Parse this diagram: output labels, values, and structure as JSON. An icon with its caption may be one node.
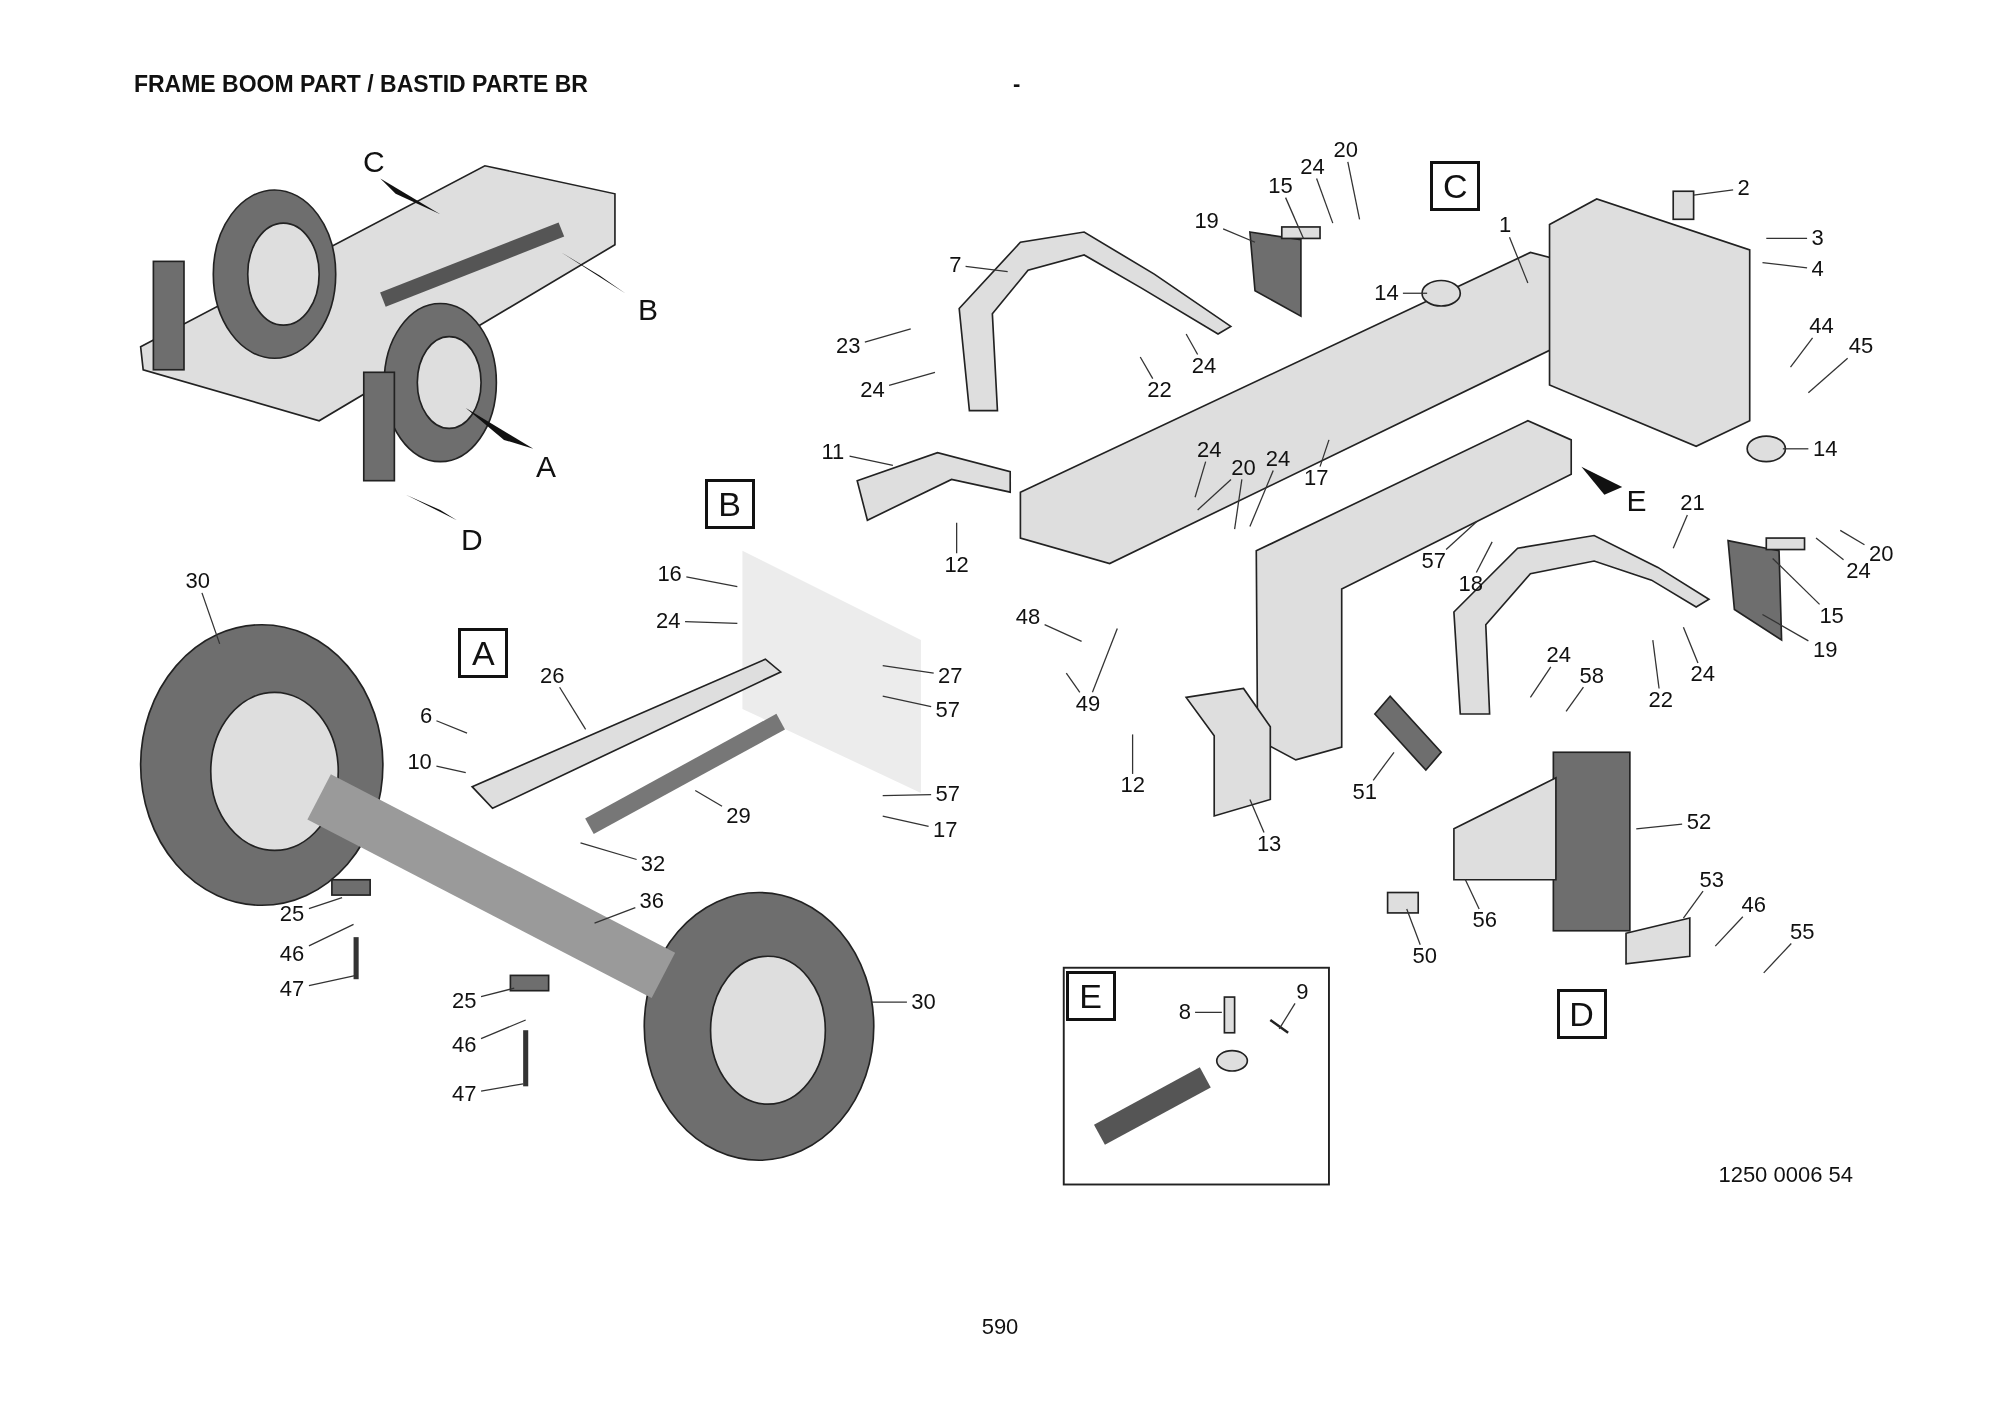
{
  "diagram": {
    "title": "FRAME BOOM PART / BASTID PARTE BR",
    "nodes": [
      {
        "text": [
          "20"
        ]
      },
      {
        "text": [
          "24"
        ]
      },
      {
        "text": [
          "15"
        ]
      },
      {
        "text": [
          "19"
        ]
      },
      {
        "text": [
          "7"
        ]
      },
      {
        "text": [
          "1"
        ]
      },
      {
        "text": [
          "14"
        ]
      },
      {
        "text": [
          "2"
        ]
      },
      {
        "text": [
          "3"
        ]
      },
      {
        "text": [
          "4"
        ]
      },
      {
        "text": [
          "44"
        ]
      },
      {
        "text": [
          "45"
        ]
      },
      {
        "text": [
          "23"
        ]
      },
      {
        "text": [
          "24"
        ]
      },
      {
        "text": [
          "22"
        ]
      },
      {
        "text": [
          "24"
        ]
      },
      {
        "text": [
          "11"
        ]
      },
      {
        "text": [
          "14"
        ]
      },
      {
        "text": [
          "24"
        ]
      },
      {
        "text": [
          "20"
        ]
      },
      {
        "text": [
          "24"
        ]
      },
      {
        "text": [
          "17"
        ]
      },
      {
        "text": [
          "12"
        ]
      },
      {
        "text": [
          "21"
        ]
      },
      {
        "text": [
          "57"
        ]
      },
      {
        "text": [
          "18"
        ]
      },
      {
        "text": [
          "20"
        ]
      },
      {
        "text": [
          "24"
        ]
      },
      {
        "text": [
          "15"
        ]
      },
      {
        "text": [
          "19"
        ]
      },
      {
        "text": [
          "48"
        ]
      },
      {
        "text": [
          "49"
        ]
      },
      {
        "text": [
          "24"
        ]
      },
      {
        "text": [
          "58"
        ]
      },
      {
        "text": [
          "22"
        ]
      },
      {
        "text": [
          "24"
        ]
      },
      {
        "text": [
          "12"
        ]
      },
      {
        "text": [
          "51"
        ]
      },
      {
        "text": [
          "13"
        ]
      },
      {
        "text": [
          "52"
        ]
      },
      {
        "text": [
          "53"
        ]
      },
      {
        "text": [
          "46"
        ]
      },
      {
        "text": [
          "55"
        ]
      },
      {
        "text": [
          "56"
        ]
      },
      {
        "text": [
          "50"
        ]
      },
      {
        "text": [
          "8"
        ]
      },
      {
        "text": [
          "9"
        ]
      },
      {
        "text": [
          "30"
        ]
      },
      {
        "text": [
          "16"
        ]
      },
      {
        "text": [
          "24"
        ]
      },
      {
        "text": [
          "26"
        ]
      },
      {
        "text": [
          "27"
        ]
      },
      {
        "text": [
          "57"
        ]
      },
      {
        "text": [
          "6"
        ]
      },
      {
        "text": [
          "10"
        ]
      },
      {
        "text": [
          "29"
        ]
      },
      {
        "text": [
          "57"
        ]
      },
      {
        "text": [
          "17"
        ]
      },
      {
        "text": [
          "32"
        ]
      },
      {
        "text": [
          "25"
        ]
      },
      {
        "text": [
          "36"
        ]
      },
      {
        "text": [
          "46"
        ]
      },
      {
        "text": [
          "47"
        ]
      },
      {
        "text": [
          "25"
        ]
      },
      {
        "text": [
          "30"
        ]
      },
      {
        "text": [
          "46"
        ]
      },
      {
        "text": [
          "47"
        ]
      }
    ],
    "edges": [
      {
        "from": 0,
        "to": null,
        "arrow": "none"
      },
      {
        "from": 1,
        "to": null,
        "arrow": "none"
      },
      {
        "from": 2,
        "to": null,
        "arrow": "none"
      },
      {
        "from": 3,
        "to": null,
        "arrow": "none"
      },
      {
        "from": 4,
        "to": null,
        "arrow": "none"
      },
      {
        "from": 5,
        "to": null,
        "arrow": "none"
      },
      {
        "from": 6,
        "to": null,
        "arrow": "none"
      },
      {
        "from": 7,
        "to": null,
        "arrow": "none"
      },
      {
        "from": 8,
        "to": null,
        "arrow": "none"
      },
      {
        "from": 9,
        "to": null,
        "arrow": "none"
      },
      {
        "from": 10,
        "to": null,
        "arrow": "none"
      },
      {
        "from": 11,
        "to": null,
        "arrow": "none"
      },
      {
        "from": 12,
        "to": null,
        "arrow": "none"
      },
      {
        "from": 13,
        "to": null,
        "arrow": "none"
      },
      {
        "from": 14,
        "to": null,
        "arrow": "none"
      },
      {
        "from": 15,
        "to": null,
        "arrow": "none"
      },
      {
        "from": 16,
        "to": null,
        "arrow": "none"
      },
      {
        "from": 17,
        "to": null,
        "arrow": "none"
      },
      {
        "from": 18,
        "to": null,
        "arrow": "none"
      },
      {
        "from": 19,
        "to": null,
        "arrow": "none"
      },
      {
        "from": 19,
        "to": null,
        "arrow": "none"
      },
      {
        "from": 20,
        "to": null,
        "arrow": "none"
      },
      {
        "from": 21,
        "to": null,
        "arrow": "none"
      },
      {
        "from": 22,
        "to": null,
        "arrow": "none"
      },
      {
        "from": 23,
        "to": null,
        "arrow": "none"
      },
      {
        "from": 24,
        "to": null,
        "arrow": "none"
      },
      {
        "from": 25,
        "to": null,
        "arrow": "none"
      },
      {
        "from": 26,
        "to": null,
        "arrow": "none"
      },
      {
        "from": 27,
        "to": null,
        "arrow": "none"
      },
      {
        "from": 28,
        "to": null,
        "arrow": "none"
      },
      {
        "from": 29,
        "to": null,
        "arrow": "none"
      },
      {
        "from": 30,
        "to": null,
        "arrow": "none"
      },
      {
        "from": 31,
        "to": null,
        "arrow": "none"
      },
      {
        "from": 31,
        "to": null,
        "arrow": "none"
      },
      {
        "from": 32,
        "to": null,
        "arrow": "none"
      },
      {
        "from": 33,
        "to": null,
        "arrow": "none"
      },
      {
        "from": 34,
        "to": null,
        "arrow": "none"
      },
      {
        "from": 35,
        "to": null,
        "arrow": "none"
      },
      {
        "from": 36,
        "to": null,
        "arrow": "none"
      },
      {
        "from": 37,
        "to": null,
        "arrow": "none"
      },
      {
        "from": 38,
        "to": null,
        "arrow": "none"
      },
      {
        "from": 39,
        "to": null,
        "arrow": "none"
      },
      {
        "from": 40,
        "to": null,
        "arrow": "none"
      },
      {
        "from": 41,
        "to": null,
        "arrow": "none"
      },
      {
        "from": 42,
        "to": null,
        "arrow": "none"
      },
      {
        "from": 43,
        "to": null,
        "arrow": "none"
      },
      {
        "from": 44,
        "to": null,
        "arrow": "none"
      },
      {
        "from": 45,
        "to": null,
        "arrow": "none"
      },
      {
        "from": 46,
        "to": null,
        "arrow": "none"
      },
      {
        "from": 47,
        "to": null,
        "arrow": "none"
      },
      {
        "from": 48,
        "to": null,
        "arrow": "none"
      },
      {
        "from": 49,
        "to": null,
        "arrow": "none"
      },
      {
        "from": 50,
        "to": null,
        "arrow": "none"
      },
      {
        "from": 51,
        "to": null,
        "arrow": "none"
      },
      {
        "from": 52,
        "to": null,
        "arrow": "none"
      },
      {
        "from": 53,
        "to": null,
        "arrow": "none"
      },
      {
        "from": 54,
        "to": null,
        "arrow": "none"
      },
      {
        "from": 55,
        "to": null,
        "arrow": "none"
      },
      {
        "from": 56,
        "to": null,
        "arrow": "none"
      },
      {
        "from": 57,
        "to": null,
        "arrow": "none"
      },
      {
        "from": 58,
        "to": null,
        "arrow": "none"
      },
      {
        "from": 59,
        "to": null,
        "arrow": "none"
      },
      {
        "from": 60,
        "to": null,
        "arrow": "none"
      },
      {
        "from": 61,
        "to": null,
        "arrow": "none"
      },
      {
        "from": 62,
        "to": null,
        "arrow": "none"
      },
      {
        "from": 63,
        "to": null,
        "arrow": "none"
      },
      {
        "from": 64,
        "to": null,
        "arrow": "none"
      },
      {
        "from": 65,
        "to": null,
        "arrow": "none"
      },
      {
        "from": 66,
        "to": null,
        "arrow": "none"
      }
    ],
    "labels": [
      "-",
      "C",
      "C",
      "B",
      "A",
      "E",
      "B",
      "D",
      "A",
      "E",
      "D",
      "1250 0006 54",
      "590"
    ]
  }
}
